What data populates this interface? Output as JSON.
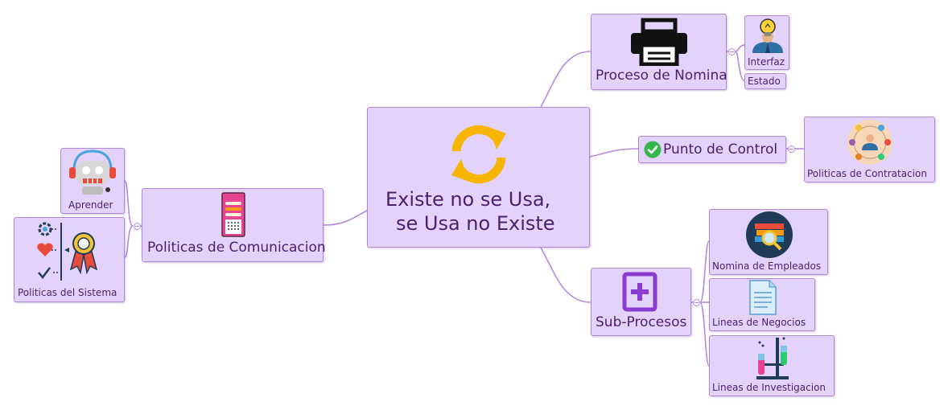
{
  "central": {
    "line1": "Existe no se Usa,",
    "line2": "se Usa no Existe",
    "icon": "refresh-cycle-icon"
  },
  "branches": {
    "nomina": {
      "label": "Proceso de Nomina",
      "icon": "printer-icon",
      "children": {
        "interfaz": {
          "label": "Interfaz",
          "icon": "lightbulb-person-icon"
        },
        "estado": {
          "label": "Estado"
        }
      }
    },
    "control": {
      "label": "Punto de Control",
      "icon": "check-circle-icon",
      "children": {
        "contratacion": {
          "label": "Politicas de Contratacion",
          "icon": "network-people-icon"
        }
      }
    },
    "subprocesos": {
      "label": "Sub-Procesos",
      "icon": "add-document-icon",
      "children": {
        "empleados": {
          "label": "Nomina de Empleados",
          "icon": "books-magnifier-icon"
        },
        "negocios": {
          "label": "Lineas de Negocios",
          "icon": "document-icon"
        },
        "investigacion": {
          "label": "Lineas de Investigacion",
          "icon": "test-tubes-icon"
        }
      }
    },
    "comunicacion": {
      "label": "Politicas de Comunicacion",
      "icon": "server-rack-icon",
      "children": {
        "aprender": {
          "label": "Aprender",
          "icon": "robot-headset-icon"
        },
        "sistema": {
          "label": "Politicas del Sistema",
          "icon": "gear-heart-award-icon"
        }
      }
    }
  },
  "colors": {
    "node_fill": "#e3d2f9",
    "node_border": "#b08ad9",
    "connector": "#b48ae0",
    "text": "#4a1f6e",
    "cycle_icon": "#f7b500",
    "check": "#35b84a"
  }
}
